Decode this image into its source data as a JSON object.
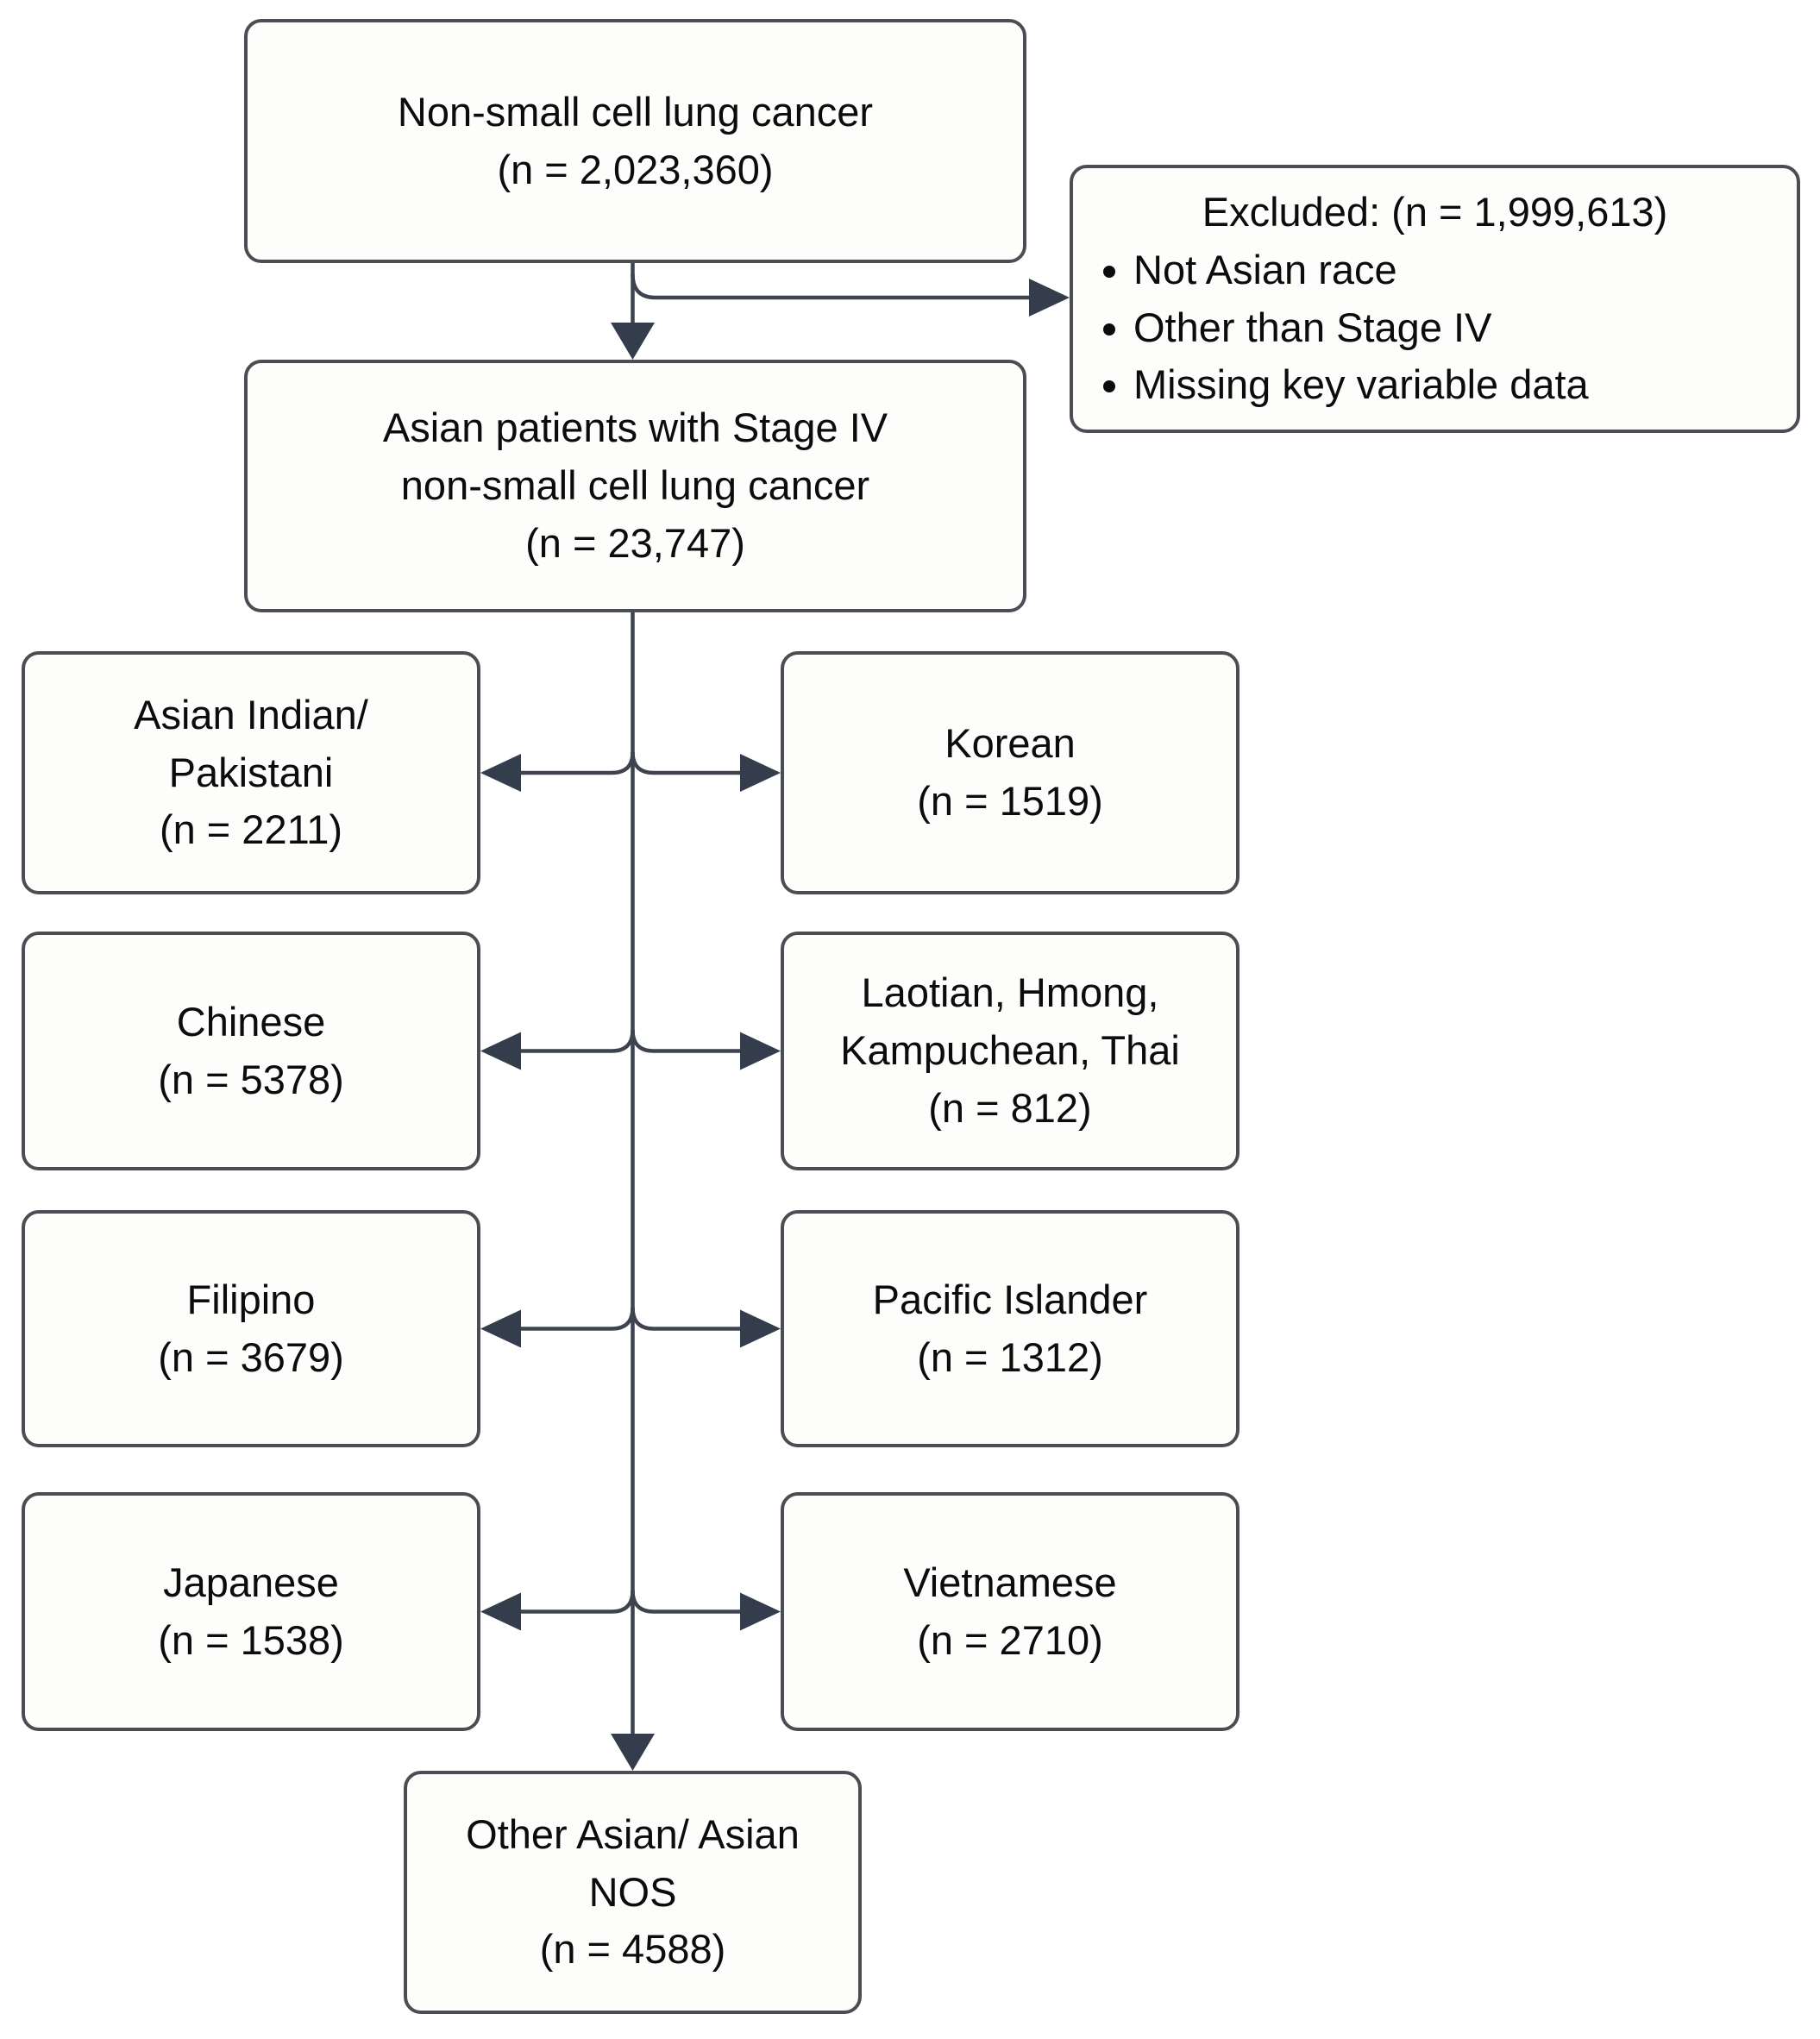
{
  "diagram": {
    "boxes": {
      "nsclc_total": "Non-small cell lung cancer\n(n = 2,023,360)",
      "excluded": {
        "heading": "Excluded: (n = 1,999,613)",
        "bullets": [
          "Not Asian race",
          "Other than Stage IV",
          "Missing key variable data"
        ]
      },
      "stage4_asian": "Asian patients with Stage IV\nnon-small cell lung cancer\n(n = 23,747)",
      "asian_indian_pakistani": "Asian Indian/\nPakistani\n(n = 2211)",
      "korean": "Korean\n(n = 1519)",
      "chinese": "Chinese\n(n = 5378)",
      "laotian_hmong_kampuchean_thai": "Laotian, Hmong,\nKampuchean, Thai\n(n = 812)",
      "filipino": "Filipino\n(n = 3679)",
      "pacific_islander": "Pacific Islander\n(n = 1312)",
      "japanese": "Japanese\n(n = 1538)",
      "vietnamese": "Vietnamese\n(n = 2710)",
      "other_asian_nos": "Other Asian/ Asian\nNOS\n(n = 4588)"
    },
    "colors": {
      "connector": "#3d4450",
      "arrowhead": "#343d4b",
      "box_border": "#4a4e54",
      "box_fill": "#fdfdfc",
      "text": "#0c0c0c",
      "background": "#ffffff"
    }
  }
}
